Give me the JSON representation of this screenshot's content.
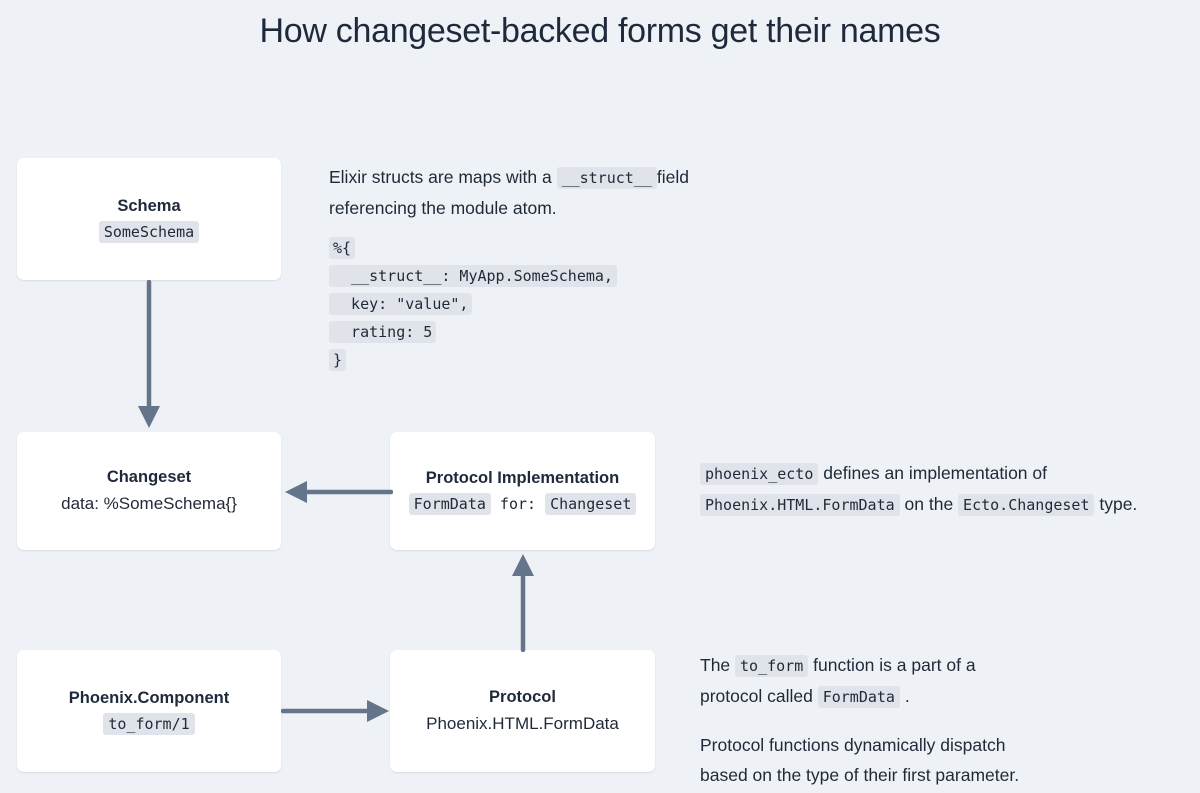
{
  "page": {
    "title": "How changeset-backed forms get their names",
    "background_color": "#eef1f6",
    "node_background_color": "#ffffff",
    "code_pill_color": "#e0e4ea",
    "arrow_color": "#64748b",
    "text_color": "#1f2937"
  },
  "nodes": {
    "schema": {
      "title": "Schema",
      "code": "SomeSchema"
    },
    "changeset": {
      "title": "Changeset",
      "subtitle": "data: %SomeSchema{}"
    },
    "protocol_implementation": {
      "title": "Protocol Implementation",
      "code_left": "FormData",
      "for_keyword": "for:",
      "code_right": "Changeset"
    },
    "phoenix_component": {
      "title": "Phoenix.Component",
      "code": "to_form/1"
    },
    "protocol": {
      "title": "Protocol",
      "subtitle": "Phoenix.HTML.FormData"
    }
  },
  "notes": {
    "struct_note": {
      "part1": "Elixir structs are maps with a ",
      "code1": "__struct__",
      "part2": "field",
      "part3": "referencing the module atom."
    },
    "code_block": {
      "lines": [
        "%{",
        "  __struct__: MyApp.SomeSchema,",
        "  key: \"value\",",
        "  rating: 5",
        "}"
      ]
    },
    "phoenix_ecto_note": {
      "code1": "phoenix_ecto",
      "part1": " defines an implementation of",
      "code2": "Phoenix.HTML.FormData",
      "part2": " on the ",
      "code3": "Ecto.Changeset",
      "part3": " type."
    },
    "to_form_note": {
      "part1": "The ",
      "code1": "to_form",
      "part2": " function is a part of a",
      "part3": "protocol called ",
      "code2": "FormData",
      "part4": " ."
    },
    "dispatch_note": {
      "line1": "Protocol functions dynamically dispatch",
      "line2": "based on the type of their first parameter."
    }
  },
  "arrows": {
    "schema_to_changeset": "down-arrow",
    "impl_to_changeset": "left-arrow",
    "protocol_to_impl": "up-arrow",
    "component_to_protocol": "right-arrow"
  }
}
